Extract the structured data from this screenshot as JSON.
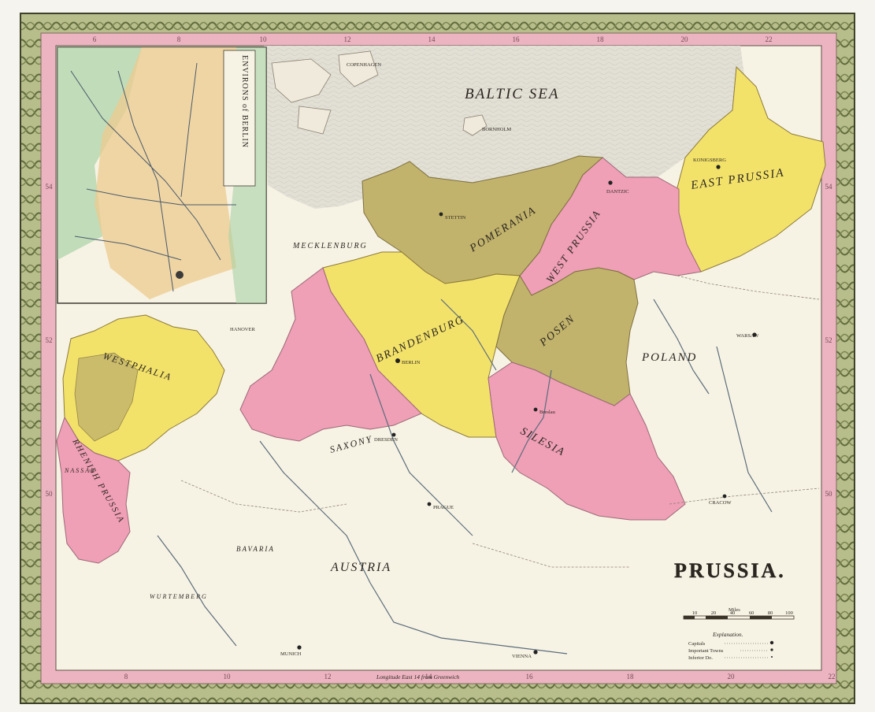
{
  "map": {
    "title": "PRUSSIA.",
    "water": {
      "sea": "BALTIC SEA",
      "island": "BORNHOLM"
    },
    "regions": {
      "east_prussia": "EAST PRUSSIA",
      "pomerania": "POMERANIA",
      "west_prussia": "WEST PRUSSIA",
      "posen": "POSEN",
      "brandenburg": "BRANDENBURG",
      "silesia": "SILESIA",
      "saxony": "SAXONY",
      "westphalia": "WESTPHALIA",
      "rhenish_prussia": "RHENISH PRUSSIA",
      "mecklenburg": "MECKLENBURG",
      "poland": "POLAND",
      "austria": "AUSTRIA",
      "hanover": "HANOVER",
      "nassau": "NASSAU",
      "wurtemberg": "WURTEMBERG",
      "bavaria": "BAVARIA"
    },
    "cities": {
      "berlin": "BERLIN",
      "konigsberg": "KONIGSBERG",
      "dantzic": "DANTZIC",
      "stettin": "STETTIN",
      "warsaw": "WARSAW",
      "dresden": "DRESDEN",
      "prague": "PRAGUE",
      "munich": "MUNICH",
      "vienna": "VIENNA",
      "breslau": "Breslau",
      "cracow": "CRACOW",
      "copenhagen": "COPENHAGEN"
    },
    "inset_title": "ENVIRONS of BERLIN",
    "longitude_note": "Longitude East 14 from Greenwich",
    "scale": {
      "title": "Miles",
      "ticks": [
        "10",
        "20",
        "40",
        "60",
        "80",
        "100"
      ]
    },
    "legend": {
      "title": "Explanation.",
      "items": [
        "Capitals",
        "Important Towns",
        "Inferior Do."
      ]
    },
    "lon_ticks_top": [
      "6",
      "8",
      "10",
      "12",
      "14",
      "16",
      "18",
      "20",
      "22"
    ],
    "lon_ticks_bottom": [
      "8",
      "10",
      "12",
      "14",
      "16",
      "18",
      "20",
      "22"
    ],
    "lat_ticks_left": [
      "54",
      "52",
      "50"
    ],
    "lat_ticks_right": [
      "54",
      "52",
      "50"
    ],
    "colors": {
      "yellow": "#f3e26a",
      "pink": "#ef9fb6",
      "olive": "#c2b36c",
      "paper": "#f7f3e4",
      "sea": "#e0ddd2",
      "frame_pink": "#ecb4c0",
      "frame_green": "#a7ae79"
    }
  }
}
